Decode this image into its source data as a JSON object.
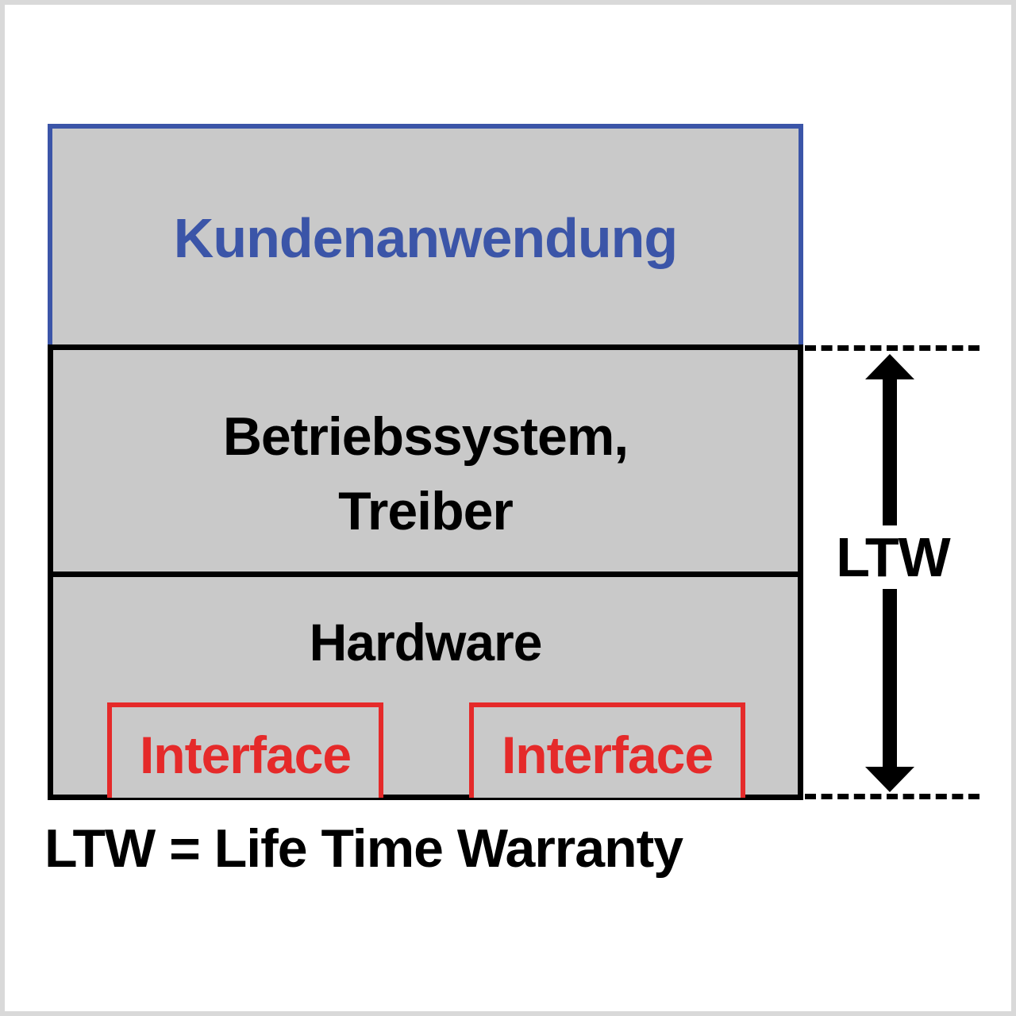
{
  "layers": {
    "app": {
      "label": "Kundenanwendung"
    },
    "os": {
      "line1": "Betriebssystem,",
      "line2": "Treiber"
    },
    "hardware": {
      "label": "Hardware",
      "interfaces": [
        "Interface",
        "Interface"
      ]
    }
  },
  "scope": {
    "label": "LTW"
  },
  "legend": {
    "text": "LTW = Life Time Warranty"
  },
  "colors": {
    "app_border": "#3b55a8",
    "interface": "#e52a2a",
    "layer_fill": "#c9c9c9",
    "line": "#000000"
  }
}
